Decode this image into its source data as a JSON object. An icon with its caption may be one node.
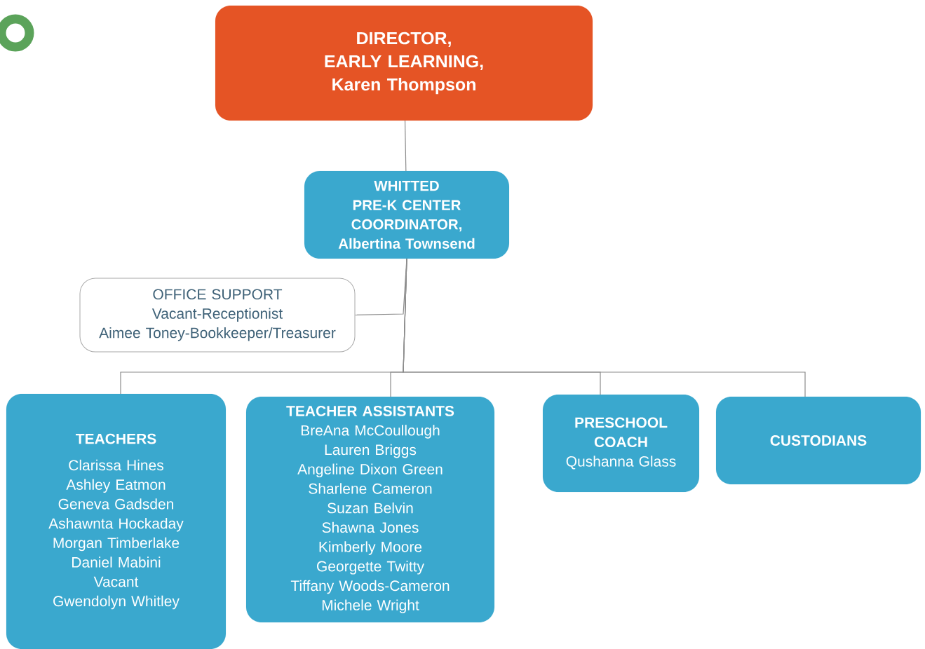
{
  "diagram": {
    "nodes": [
      {
        "text": [
          "DIRECTOR,",
          "EARLY LEARNING,",
          "Karen Thompson"
        ]
      },
      {
        "text": [
          "WHITTED PRE-K CENTER COORDINATOR,",
          "Albertina Townsend"
        ]
      },
      {
        "text": [
          "OFFICE SUPPORT",
          "Vacant-Receptionist",
          "Aimee Toney-Bookkeeper/Treasurer"
        ]
      },
      {
        "text": [
          "TEACHERS",
          "Clarissa Hines",
          "Ashley Eatmon",
          "Geneva Gadsden",
          "Ashawnta Hockaday",
          "Morgan Timberlake",
          "Daniel Mabini",
          "Vacant",
          "Gwendolyn Whitley"
        ]
      },
      {
        "text": [
          "TEACHER ASSISTANTS",
          "BreAna McCoullough",
          "Lauren Briggs",
          "Angeline Dixon Green",
          "Sharlene Cameron",
          "Suzan Belvin",
          "Shawna Jones",
          "Kimberly Moore",
          "Georgette Twitty",
          "Tiffany Woods-Cameron",
          "Michele Wright"
        ]
      },
      {
        "text": [
          "PRESCHOOL COACH",
          "Qushanna Glass"
        ]
      },
      {
        "text": [
          "CUSTODIANS"
        ]
      }
    ],
    "edges": [
      {
        "from": 0,
        "to": 1,
        "arrow": "none"
      },
      {
        "from": 1,
        "to": 2,
        "arrow": "none"
      },
      {
        "from": 1,
        "to": 3,
        "arrow": "none"
      },
      {
        "from": 1,
        "to": 4,
        "arrow": "none"
      },
      {
        "from": 1,
        "to": 5,
        "arrow": "none"
      },
      {
        "from": 1,
        "to": 6,
        "arrow": "none"
      }
    ]
  }
}
